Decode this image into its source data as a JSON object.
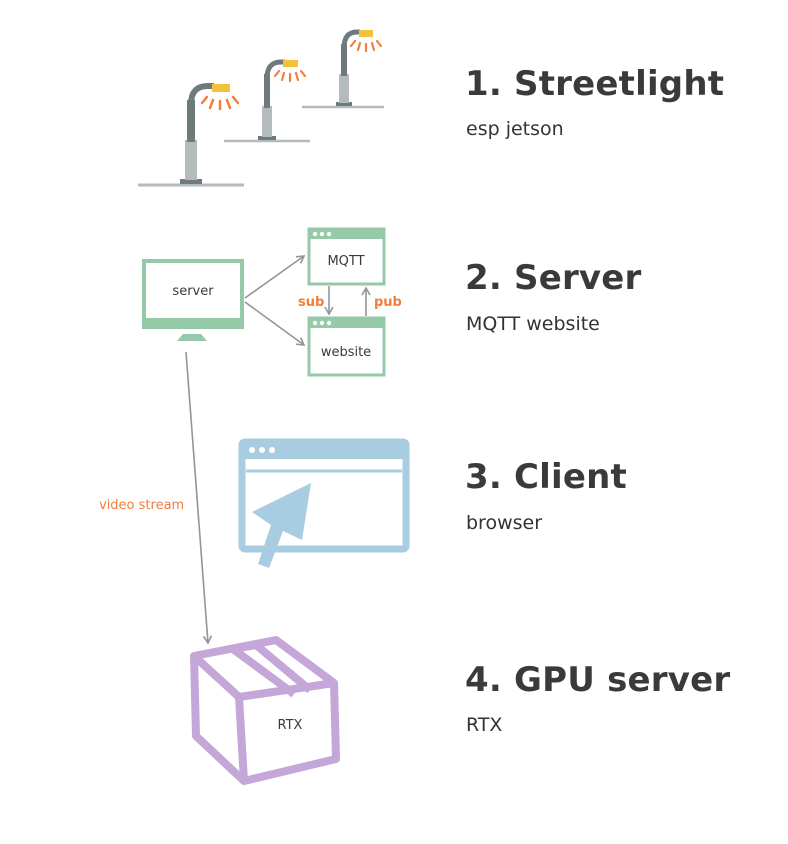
{
  "colors": {
    "green": "#95c9a7",
    "blue": "#a9cde0",
    "purple": "#c4a6d9",
    "gray": "#8f9799",
    "pole_dark": "#6f7a7c",
    "pole_light": "#b4bbbd",
    "orange": "#f47c3c",
    "lamp_yellow": "#f4c23a",
    "text": "#3a3a3a"
  },
  "sections": [
    {
      "title": "1. Streetlight",
      "subtitle": "esp jetson",
      "icon": "streetlight-icon"
    },
    {
      "title": "2. Server",
      "subtitle": "MQTT website",
      "icon": "monitor-icon"
    },
    {
      "title": "3. Client",
      "subtitle": "browser",
      "icon": "browser-cursor-icon"
    },
    {
      "title": "4. GPU server",
      "subtitle": "RTX",
      "icon": "box-icon"
    }
  ],
  "server_diagram": {
    "monitor_label": "server",
    "mqtt_label": "MQTT",
    "website_label": "website",
    "sub_label": "sub",
    "pub_label": "pub"
  },
  "video_stream_label": "video stream",
  "box_label": "RTX"
}
